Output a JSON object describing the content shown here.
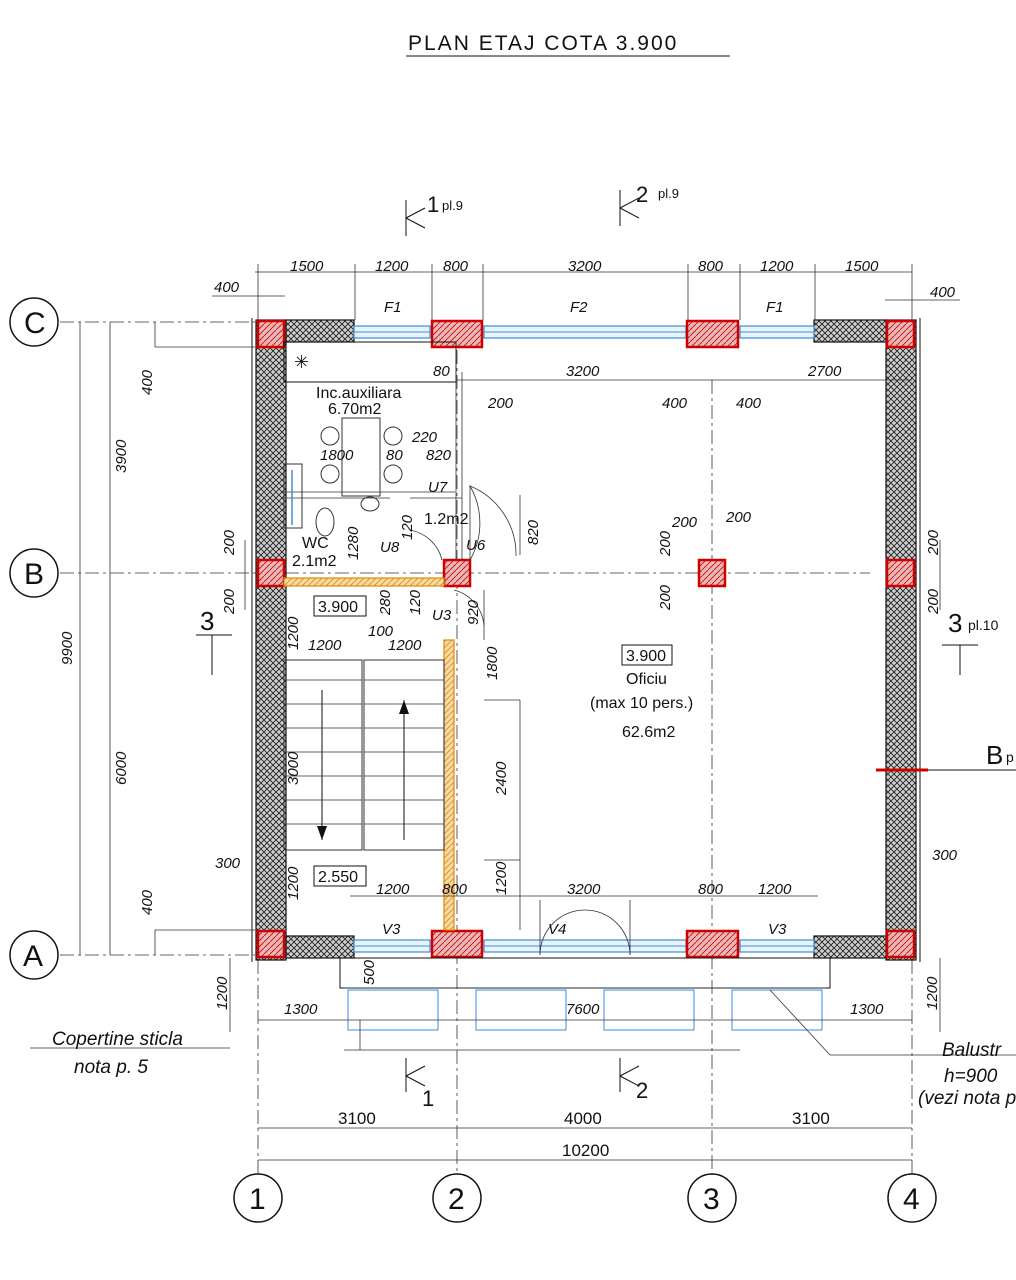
{
  "title": "PLAN ETAJ COTA 3.900",
  "axes": {
    "rows": [
      "A",
      "B",
      "C"
    ],
    "cols": [
      "1",
      "2",
      "3",
      "4"
    ]
  },
  "section_marks": {
    "s1_top": "1",
    "s1_top_ref": "pl.9",
    "s2_top": "2",
    "s2_top_ref": "pl.9",
    "s1_bot": "1",
    "s2_bot": "2",
    "s3_left": "3",
    "s3_right": "3",
    "s3_right_ref": "pl.10",
    "sB": "B",
    "sB_ref": "p"
  },
  "rooms": {
    "aux_name": "Inc.auxiliara",
    "aux_area": "6.70m2",
    "wc_name": "WC",
    "wc_area": "2.1m2",
    "small_area": "1.2m2",
    "office_level": "3.900",
    "office_name": "Oficiu",
    "office_capacity": "(max 10 pers.)",
    "office_area": "62.6m2",
    "level_stair": "3.900",
    "level_landing": "2.550"
  },
  "openings": {
    "F1a": "F1",
    "F2": "F2",
    "F1b": "F1",
    "V3a": "V3",
    "V4": "V4",
    "V3b": "V3",
    "U7": "U7",
    "U8": "U8",
    "U6": "U6",
    "U3": "U3"
  },
  "dims_top": [
    "1500",
    "1200",
    "800",
    "3200",
    "800",
    "1200",
    "1500"
  ],
  "dims_top_ext_left": "400",
  "dims_top_ext_right": "400",
  "dims_inner_top": {
    "d80": "80",
    "d3200": "3200",
    "d2700": "2700",
    "d200": "200",
    "d400a": "400",
    "d400b": "400"
  },
  "dims_left": {
    "d3900": "3900",
    "d9900": "9900",
    "d6000": "6000",
    "d400a": "400",
    "d400b": "400",
    "d200a": "200",
    "d200b": "200",
    "d1280": "1280",
    "d300": "300"
  },
  "dims_interior": {
    "d1800": "1800",
    "d220": "220",
    "d80b": "80",
    "d820a": "820",
    "d820b": "820",
    "d120a": "120",
    "d280": "280",
    "d120b": "120",
    "d920": "920",
    "d1800b": "1800",
    "d2400": "2400",
    "d1200v": "1200",
    "d1200a": "1200",
    "d100": "100",
    "d1200b": "1200",
    "d3000": "3000",
    "d1200c": "1200",
    "d1200d": "1200",
    "col_200a": "200",
    "col_200b": "200",
    "col_200c": "200",
    "col_200d": "200",
    "r200a": "200",
    "r200b": "200",
    "r300": "300"
  },
  "dims_bottom_row1": [
    "1200",
    "800",
    "3200",
    "800",
    "1200"
  ],
  "dims_canopy": {
    "d500": "500",
    "d1200l": "1200",
    "d1300l": "1300",
    "d7600": "7600",
    "d1300r": "1300",
    "d1200r": "1200"
  },
  "dims_bottom_row2": [
    "3100",
    "4000",
    "3100"
  ],
  "dims_total": "10200",
  "notes": {
    "copertine_1": "Copertine sticla",
    "copertine_2": "nota p. 5",
    "balustr_1": "Balustr",
    "balustr_2": "h=900",
    "balustr_3": "(vezi nota p."
  },
  "colors": {
    "column_red": "#d00000",
    "window_blue": "#3d8ed6",
    "stair_orange": "#e08a00"
  }
}
